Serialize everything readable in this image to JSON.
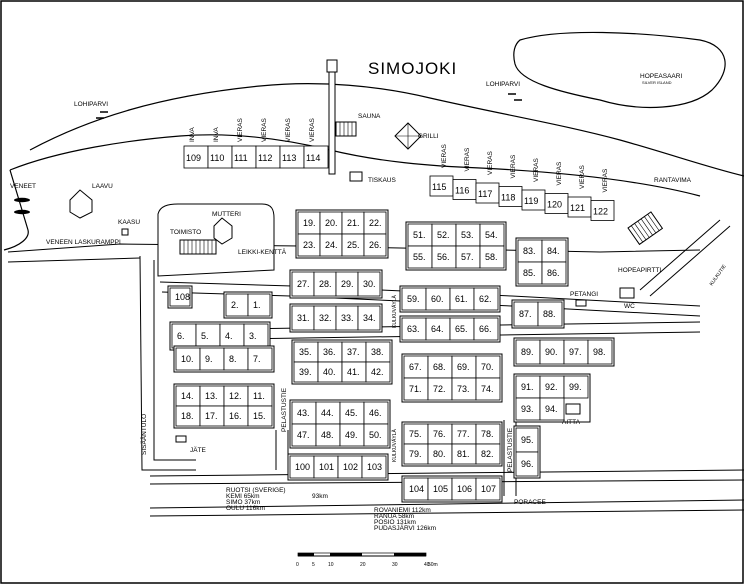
{
  "map": {
    "title": "SIMOJOKI",
    "labels": {
      "lohiparvi_left": "LOHIPARVI",
      "lohiparvi_right": "LOHIPARVI",
      "hopeasaari": "HOPEASAARI",
      "hopeasaari_sub": "SILVER ISLAND",
      "sauna": "SAUNA",
      "grilli": "GRILLI",
      "tiskaus": "TISKAUS",
      "rantavimma": "RANTAVIMA",
      "veneet": "VENEET",
      "laavu": "LAAVU",
      "kaasu": "KAASU",
      "veneen_laskuramppi": "VENEEN LASKURAMPPI",
      "toimisto": "TOIMISTO",
      "mutteri": "MUTTERI",
      "leikkikentta": "LEIKKI-KENTTÄ",
      "hopeapirtti": "HOPEAPIRTTI",
      "petangi": "PETANGI",
      "wc": "WC",
      "aitta": "AITTA",
      "jate": "JÄTE",
      "sisaantulo": "SISÄÄNTULO",
      "pelastustie_1": "PELASTUSTIE",
      "pelastustie_2": "PELASTUSTIE",
      "kulkuvayla_1": "KULKUVÄYLÄ",
      "kulkuvayla_2": "KULKUVÄYLÄ",
      "kulkutie": "KULKUTIE",
      "poracee": "PORACEE"
    },
    "top_labels": [
      "INVA",
      "INVA",
      "VIERAS",
      "VIERAS",
      "VIERAS",
      "VIERAS"
    ],
    "right_labels": [
      "VIERAS",
      "VIERAS",
      "VIERAS",
      "VIERAS",
      "VIERAS",
      "VIERAS",
      "VIERAS",
      "VIERAS"
    ],
    "signs_left": [
      {
        "text": "RUOTSI (SVERIGE)",
        "dist": "93km"
      },
      {
        "text": "KEMI 65km",
        "dist": ""
      },
      {
        "text": "SIMO 37km",
        "dist": ""
      },
      {
        "text": "OULU 116km",
        "dist": ""
      }
    ],
    "signs_right": [
      {
        "text": "ROVANIEMI 112km"
      },
      {
        "text": "RANUA 58km"
      },
      {
        "text": "POSIO 131km"
      },
      {
        "text": "PUDASJÄRVI 126km"
      }
    ],
    "scale": {
      "unit": "50m",
      "ticks": [
        "0",
        "5",
        "10",
        "20",
        "30",
        "40"
      ]
    },
    "plots": {
      "row_top": [
        "109",
        "110",
        "111",
        "112",
        "113",
        "114"
      ],
      "row_right": [
        "115",
        "116",
        "117",
        "118",
        "119",
        "120",
        "121",
        "122"
      ],
      "block_a": [
        "19.",
        "20.",
        "21.",
        "22.",
        "23.",
        "24.",
        "25.",
        "26."
      ],
      "block_b": [
        "51.",
        "52.",
        "53.",
        "54.",
        "55.",
        "56.",
        "57.",
        "58."
      ],
      "block_c": [
        "83.",
        "84.",
        "85.",
        "86."
      ],
      "row_d": [
        "27.",
        "28.",
        "29.",
        "30."
      ],
      "row_e": [
        "59.",
        "60.",
        "61.",
        "62."
      ],
      "row_f": [
        "31.",
        "32.",
        "33.",
        "34."
      ],
      "row_g": [
        "63.",
        "64.",
        "65.",
        "66."
      ],
      "row_h": [
        "87.",
        "88."
      ],
      "left_1": [
        "108"
      ],
      "left_2": [
        "2.",
        "1."
      ],
      "left_3": [
        "6.",
        "5.",
        "4.",
        "3."
      ],
      "left_4": [
        "10.",
        "9.",
        "8.",
        "7."
      ],
      "mid_1": [
        "35.",
        "36.",
        "37.",
        "38.",
        "39.",
        "40.",
        "41.",
        "42."
      ],
      "mid_2": [
        "67.",
        "68.",
        "69.",
        "70.",
        "71.",
        "72.",
        "73.",
        "74."
      ],
      "right_1": [
        "89.",
        "90.",
        "97.",
        "98."
      ],
      "right_2": [
        "91.",
        "92.",
        "99.",
        "93.",
        "94."
      ],
      "left_5": [
        "14.",
        "13.",
        "12.",
        "11.",
        "18.",
        "17.",
        "16.",
        "15."
      ],
      "mid_3": [
        "43.",
        "44.",
        "45.",
        "46.",
        "47.",
        "48.",
        "49.",
        "50."
      ],
      "mid_4": [
        "75.",
        "76.",
        "77.",
        "78.",
        "79.",
        "80.",
        "81.",
        "82."
      ],
      "right_3": [
        "95.",
        "96."
      ],
      "bottom_1": [
        "100",
        "101",
        "102",
        "103"
      ],
      "bottom_2": [
        "104",
        "105",
        "106",
        "107"
      ]
    }
  }
}
